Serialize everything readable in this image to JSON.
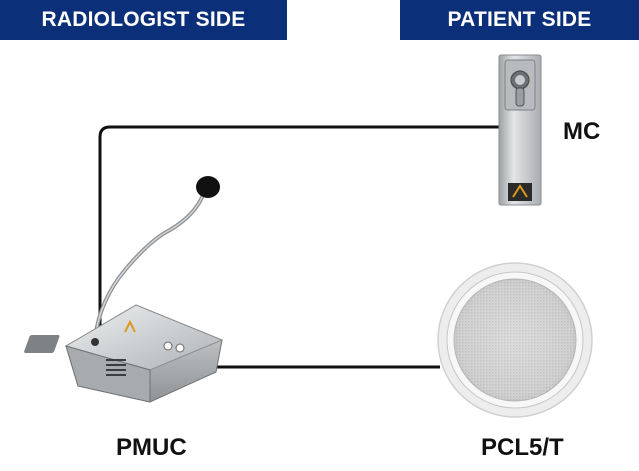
{
  "header": {
    "left_title": "RADIOLOGIST SIDE",
    "right_title": "PATIENT SIDE"
  },
  "devices": {
    "mc": {
      "label": "MC"
    },
    "pmuc": {
      "label": "PMUC"
    },
    "pcl": {
      "label": "PCL5/T"
    }
  },
  "colors": {
    "banner": "#0c2f7a",
    "wire": "#111111",
    "panel": "#c7cacc",
    "speaker_rim": "#f2f2f2",
    "accent": "#d99a1f"
  },
  "icons": [
    "microphone-icon",
    "logo-mark-icon"
  ]
}
